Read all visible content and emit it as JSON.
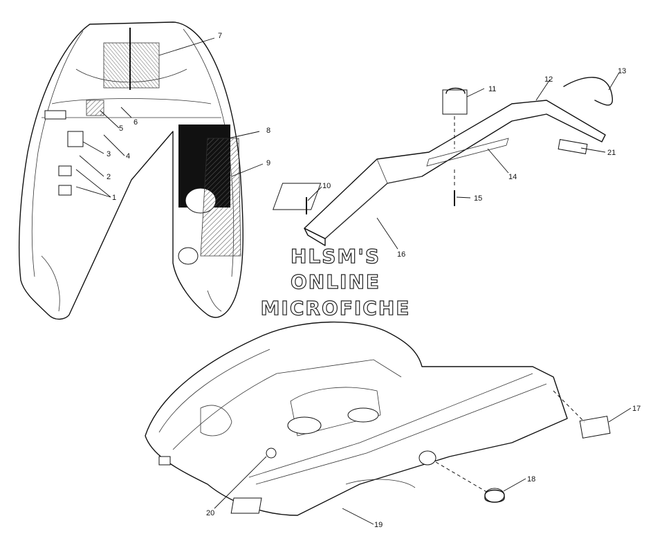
{
  "watermark": {
    "line1": "HLSM'S",
    "line2": "ONLINE",
    "line3": "MICROFICHE"
  },
  "callouts": {
    "c1": "1",
    "c2": "2",
    "c3": "3",
    "c4": "4",
    "c5": "5",
    "c6": "6",
    "c7": "7",
    "c8": "8",
    "c9": "9",
    "c10": "10",
    "c11": "11",
    "c12": "12",
    "c13": "13",
    "c14": "14",
    "c15": "15",
    "c16": "16",
    "c17": "17",
    "c18": "18",
    "c19": "19",
    "c20": "20",
    "c21": "21"
  },
  "colors": {
    "ink": "#111111",
    "hatch": "#555555",
    "background": "#ffffff"
  }
}
